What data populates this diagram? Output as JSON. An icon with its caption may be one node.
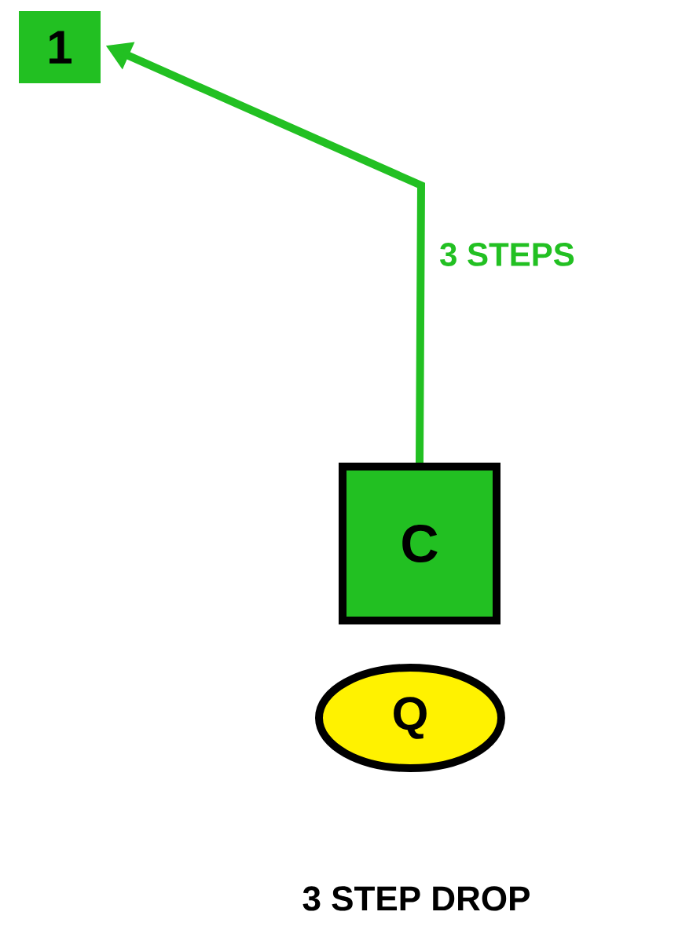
{
  "diagram": {
    "caption": "3 STEP DROP",
    "nodes": [
      {
        "text": [
          "1"
        ]
      },
      {
        "text": [
          "C"
        ]
      },
      {
        "text": [
          "Q"
        ]
      }
    ],
    "edges": [
      {
        "from": 1,
        "to": 0,
        "arrow": "to",
        "label": "3 STEPS",
        "color": "#22c022"
      }
    ]
  }
}
